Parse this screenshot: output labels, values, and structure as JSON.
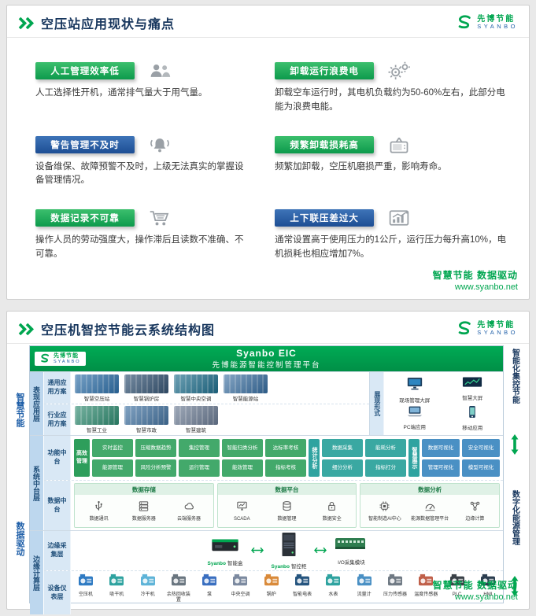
{
  "logo": {
    "cn": "先博节能",
    "en": "SYANBO"
  },
  "footer": {
    "slogan": "智慧节能 数据驱动",
    "url": "www.syanbo.net"
  },
  "colors": {
    "brand_green": "#00a650",
    "title_blue": "#17365d",
    "badge_green": "#0d9a4c",
    "badge_blue": "#1d4e94"
  },
  "slide1": {
    "title": "空压站应用现状与痛点",
    "pain_points": [
      {
        "badge": "人工管理效率低",
        "color": "green",
        "icon": "people-icon",
        "desc": "人工选择性开机，通常排气量大于用气量。"
      },
      {
        "badge": "卸载运行浪费电",
        "color": "green",
        "icon": "gears-icon",
        "desc": "卸载空车运行时，其电机负载约为50-60%左右，此部分电能为浪费电能。"
      },
      {
        "badge": "警告管理不及时",
        "color": "blue",
        "icon": "alarm-bell-icon",
        "desc": "设备维保、故障预警不及时，上级无法真实的掌握设备管理情况。"
      },
      {
        "badge": "频繁卸载损耗高",
        "color": "green",
        "icon": "tv-icon",
        "desc": "频繁加卸载，空压机磨损严重，影响寿命。"
      },
      {
        "badge": "数据记录不可靠",
        "color": "green",
        "icon": "cart-icon",
        "desc": "操作人员的劳动强度大，操作滞后且读数不准确、不可靠。"
      },
      {
        "badge": "上下联压差过大",
        "color": "blue",
        "icon": "chart-icon",
        "desc": "通常设置高于使用压力的1公斤，运行压力每升高10%，电机损耗也相应增加7%。"
      }
    ]
  },
  "slide2": {
    "title": "空压机智控节能云系统结构图",
    "platform": {
      "name": "Syanbo EIC",
      "subtitle": "先博能源智能控制管理平台"
    },
    "side_left": [
      "智慧节能",
      "数据驱动"
    ],
    "side_right": [
      "智能化集控节能",
      "数字化能源管理"
    ],
    "layers": {
      "presentation": {
        "label": "表现应用层",
        "general": {
          "label": "通用应用方案",
          "items": [
            "智慧空压站",
            "智慧锅炉房",
            "智慧中央空调",
            "智慧能源站"
          ]
        },
        "industry": {
          "label": "行业应用方案",
          "items": [
            "智慧工业",
            "智慧市政",
            "智慧建筑"
          ]
        },
        "display": {
          "label": "展现形式",
          "items": [
            "现场管理大屏",
            "智慧大屏",
            "PC端应用",
            "移动应用"
          ]
        }
      },
      "middle": {
        "label": "系统中台层",
        "function": {
          "label": "功能中台",
          "lead": "高效管理",
          "pills": [
            "实时监控",
            "压缩数据趋势",
            "集控管理",
            "智能归类分析",
            "达标率考核",
            "能源管理",
            "风险分析预警",
            "运行管理",
            "能效管理",
            "指标考核"
          ],
          "stat": {
            "label": "统计分析",
            "pills": [
              "数据采集",
              "能耗分析",
              "细分分析",
              "指标打分"
            ]
          },
          "show": {
            "label": "智慧展示",
            "pills": [
              "数据可视化",
              "安全可视化",
              "管理可视化",
              "模型可视化"
            ]
          }
        },
        "data": {
          "label": "数据中台",
          "groups": [
            {
              "title": "数据存储",
              "items": [
                {
                  "icon": "usb-icon",
                  "label": "数据通讯"
                },
                {
                  "icon": "server-icon",
                  "label": "数据服务器"
                },
                {
                  "icon": "cloud-icon",
                  "label": "云端服务器"
                }
              ]
            },
            {
              "title": "数据平台",
              "items": [
                {
                  "icon": "scada-monitor-icon",
                  "label": "SCADA"
                },
                {
                  "icon": "database-icon",
                  "label": "数据管理"
                },
                {
                  "icon": "lock-icon",
                  "label": "数据安全"
                }
              ]
            },
            {
              "title": "数据分析",
              "items": [
                {
                  "icon": "ai-chip-icon",
                  "label": "智能制造AI中心"
                },
                {
                  "icon": "gauge-icon",
                  "label": "能源数据管理平台"
                },
                {
                  "icon": "edge-nodes-icon",
                  "label": "边缘计算"
                }
              ]
            }
          ]
        }
      },
      "edge": {
        "label": "边缘计算层",
        "collect": {
          "label": "边缘采集层",
          "items": [
            {
              "brand": "Syanbo",
              "label": "智能盒"
            },
            {
              "brand": "Syanbo",
              "label": "智控柜"
            },
            {
              "brand": "",
              "label": "I/O采集模块"
            }
          ]
        },
        "devices": {
          "label": "设备仪表层",
          "items": [
            "空压机",
            "吸干机",
            "冷干机",
            "余热回收装置",
            "泵",
            "中央空调",
            "锅炉",
            "智能电表",
            "水表",
            "流量计",
            "压力传感器",
            "温度传感器",
            "PLC",
            "HMI"
          ]
        }
      }
    }
  }
}
